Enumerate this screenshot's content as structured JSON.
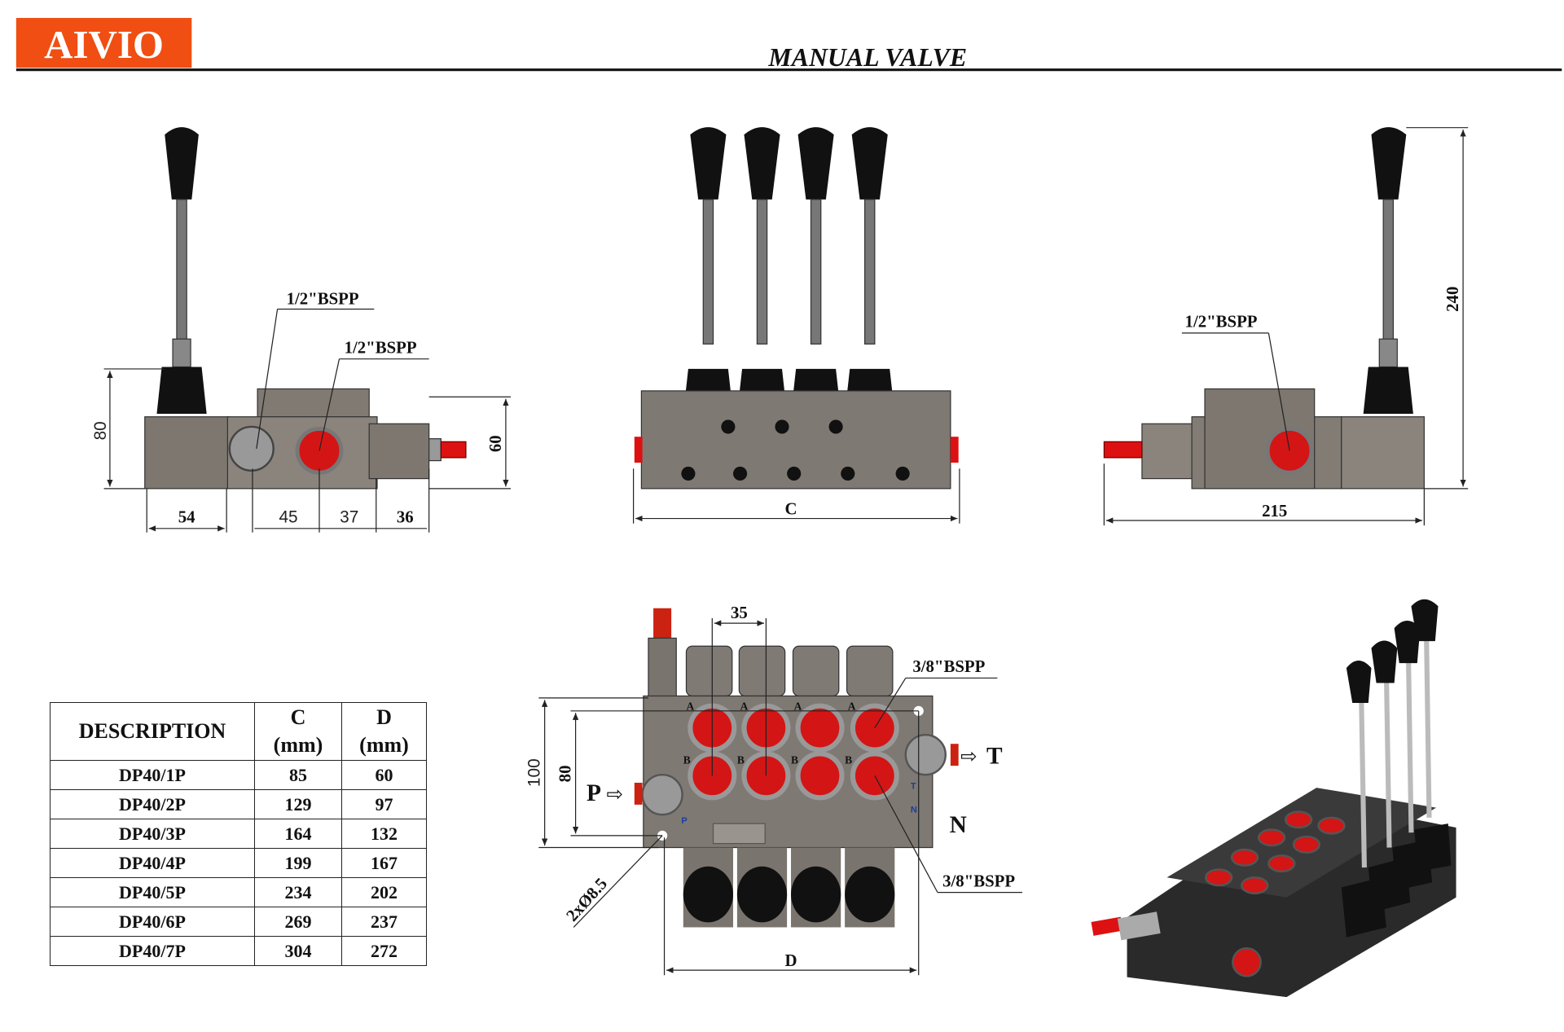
{
  "header": {
    "logo": "AIVIO",
    "title": "MANUAL VALVE",
    "brand_color": "#f04e12"
  },
  "side_view_left": {
    "port_label_1": "1/2\"BSPP",
    "port_label_2": "1/2\"BSPP",
    "dim_height": "80",
    "dim_body_height": "60",
    "dim_54": "54",
    "dim_45": "45",
    "dim_37": "37",
    "dim_36": "36"
  },
  "front_view": {
    "dim_c": "C"
  },
  "side_view_right": {
    "port_label": "1/2\"BSPP",
    "dim_total_height": "240",
    "dim_length": "215"
  },
  "bottom_view": {
    "dim_pitch": "35",
    "dim_100": "100",
    "dim_80": "80",
    "port_top_label": "3/8\"BSPP",
    "port_bottom_label": "3/8\"BSPP",
    "inlet_label": "P",
    "tank_label": "T",
    "neutral_label": "N",
    "mount_holes": "2xØ8.5",
    "dim_d": "D",
    "port_a": "A",
    "port_b": "B",
    "mark_p": "P",
    "mark_t": "T",
    "mark_n": "N"
  },
  "table": {
    "headers": {
      "description": "DESCRIPTION",
      "c": "C",
      "c_unit": "(mm)",
      "d": "D",
      "d_unit": "(mm)"
    },
    "rows": [
      {
        "model": "DP40/1P",
        "c": "85",
        "d": "60"
      },
      {
        "model": "DP40/2P",
        "c": "129",
        "d": "97"
      },
      {
        "model": "DP40/3P",
        "c": "164",
        "d": "132"
      },
      {
        "model": "DP40/4P",
        "c": "199",
        "d": "167"
      },
      {
        "model": "DP40/5P",
        "c": "234",
        "d": "202"
      },
      {
        "model": "DP40/6P",
        "c": "269",
        "d": "237"
      },
      {
        "model": "DP40/7P",
        "c": "304",
        "d": "272"
      }
    ]
  }
}
